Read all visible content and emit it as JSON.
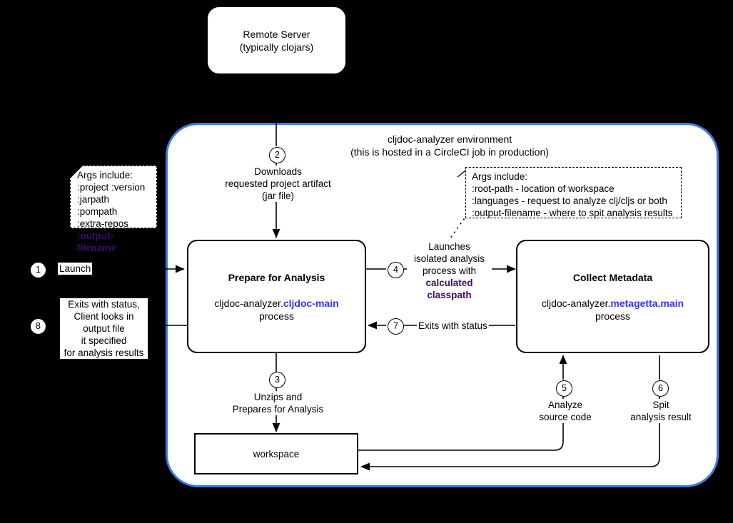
{
  "diagram": {
    "title": "cljdoc-analyzer environment flow",
    "colors": {
      "env_border": "#3b7ddd",
      "accent_blue": "#3333ff",
      "accent_purple": "#3d0b6b",
      "line": "#000000",
      "background": "#000000",
      "box_fill": "#ffffff"
    }
  },
  "remote_server": {
    "line1": "Remote Server",
    "line2": "(typically clojars)"
  },
  "environment": {
    "title": "cljdoc-analyzer environment",
    "subtitle": "(this is hosted in a CircleCI job in production)"
  },
  "prepare_box": {
    "title": "Prepare for Analysis",
    "ns_prefix": "cljdoc-analyzer.",
    "ns_accent": "cljdoc-main",
    "footer": "process"
  },
  "collect_box": {
    "title": "Collect Metadata",
    "ns_prefix": "cljdoc-analyzer.",
    "ns_accent": "metagetta.main",
    "footer": "process"
  },
  "workspace_box": {
    "label": "workspace"
  },
  "args_left": {
    "heading": "Args include:",
    "line1": ":project :version",
    "line2": ":jarpath :pompath",
    "line3": ":extra-repos",
    "accent_line": ":output-filename"
  },
  "args_right": {
    "heading": "Args include:",
    "line1": ":root-path - location of workspace",
    "line2": ":languages - request to analyze clj/cljs or both",
    "line3": ":output-filename - where to spit analysis results"
  },
  "steps": [
    {
      "num": "1",
      "label": "Launch"
    },
    {
      "num": "2",
      "label": "Downloads\nrequested project artifact\n(jar file)"
    },
    {
      "num": "3",
      "label": "Unzips and\nPrepares for Analysis"
    },
    {
      "num": "4",
      "label": "Launches\nisolated analysis\nprocess with",
      "accent": "calculated\nclasspath"
    },
    {
      "num": "5",
      "label": "Analyze\nsource code"
    },
    {
      "num": "6",
      "label": "Spit\nanalysis result"
    },
    {
      "num": "7",
      "label": "Exits with status"
    },
    {
      "num": "8",
      "label": "Exits with status,\nClient looks in\noutput file\nit specified\nfor analysis results"
    }
  ]
}
